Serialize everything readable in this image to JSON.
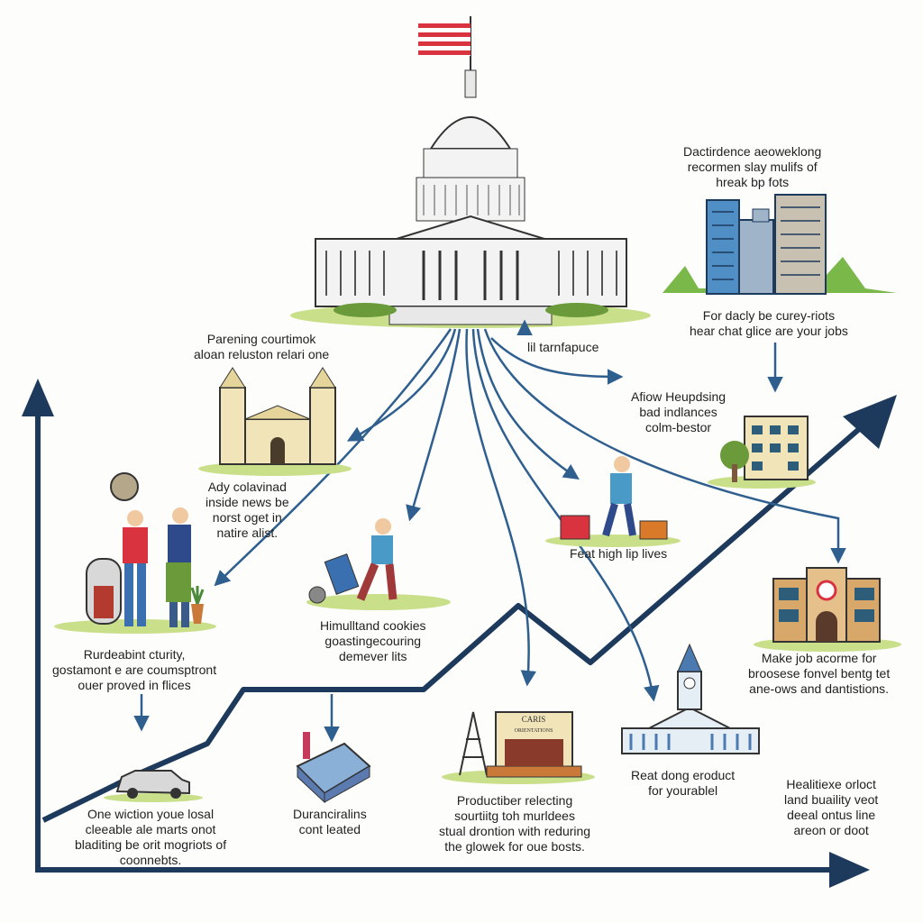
{
  "colors": {
    "ink": "#1d3a5c",
    "arrow_blue": "#2f5f8f",
    "flag_red": "#d9333f",
    "ground_green": "#c9df8a",
    "building_cream": "#f0e4b8",
    "building_brick": "#d7a86a",
    "capitol_white": "#f3f3f3",
    "tower_blue": "#4f8fc6"
  },
  "labels": {
    "top_right": [
      "Dactirdence aeoweklong",
      "recormen slay mulifs of",
      "hreak bp fots"
    ],
    "right_mid": [
      "For dacly be curey-riots",
      "hear chat glice are your jobs"
    ],
    "center_small": [
      "lil tarnfapuce"
    ],
    "left_upper": [
      "Parening courtimok",
      "aloan reluston relari one"
    ],
    "right_upper": [
      "Afiow Heupdsing",
      "bad indlances",
      "colm-bestor"
    ],
    "left_mid": [
      "Ady colavinad",
      "inside news be",
      "norst oget in",
      "natire alist."
    ],
    "center_mid": [
      "Feat high lip lives"
    ],
    "center_lower": [
      "Himulltand cookies",
      "goastingecouring",
      "demever lits"
    ],
    "left_lower": [
      "Rurdeabint cturity,",
      "gostamont e are coumsptront",
      "ouer proved in flices"
    ],
    "right_lower": [
      "Make job acorme for",
      "broosese fonvel bentg tet",
      "ane-ows and dantistions."
    ],
    "bottom_left": [
      "One wiction youe losal",
      "cleeable ale marts onot",
      "bladiting be orit mogriots of",
      "coonnebts."
    ],
    "bottom_center_left": [
      "Duranciralins",
      "cont leated"
    ],
    "bottom_center": [
      "Productiber relecting",
      "sourtiitg toh murldees",
      "stual drontion with reduring",
      "the glowek for oue bosts."
    ],
    "bottom_center_right": [
      "Reat dong eroduct",
      "for yourablel"
    ],
    "bottom_right": [
      "Healitiexe orloct",
      "land buaility veot",
      "deeal ontus line",
      "areon or doot"
    ],
    "stage_sign": [
      "CARIS",
      "ORIENTATIONS"
    ]
  }
}
